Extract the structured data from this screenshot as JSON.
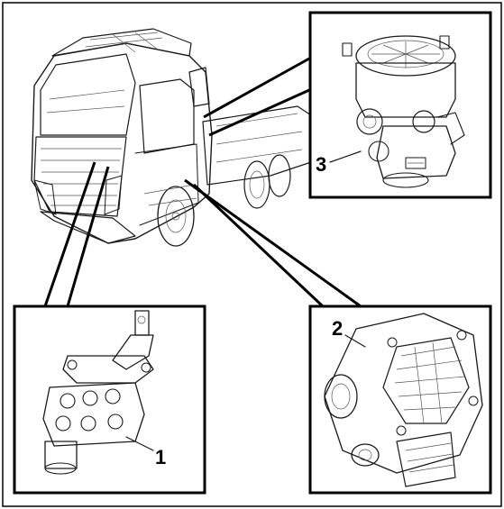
{
  "figure": {
    "callouts": [
      {
        "id": "callout-1",
        "label": "1"
      },
      {
        "id": "callout-2",
        "label": "2"
      },
      {
        "id": "callout-3",
        "label": "3"
      }
    ]
  },
  "colors": {
    "frame": "#000000",
    "line_art": "#1a1a1a",
    "background": "#ffffff"
  }
}
